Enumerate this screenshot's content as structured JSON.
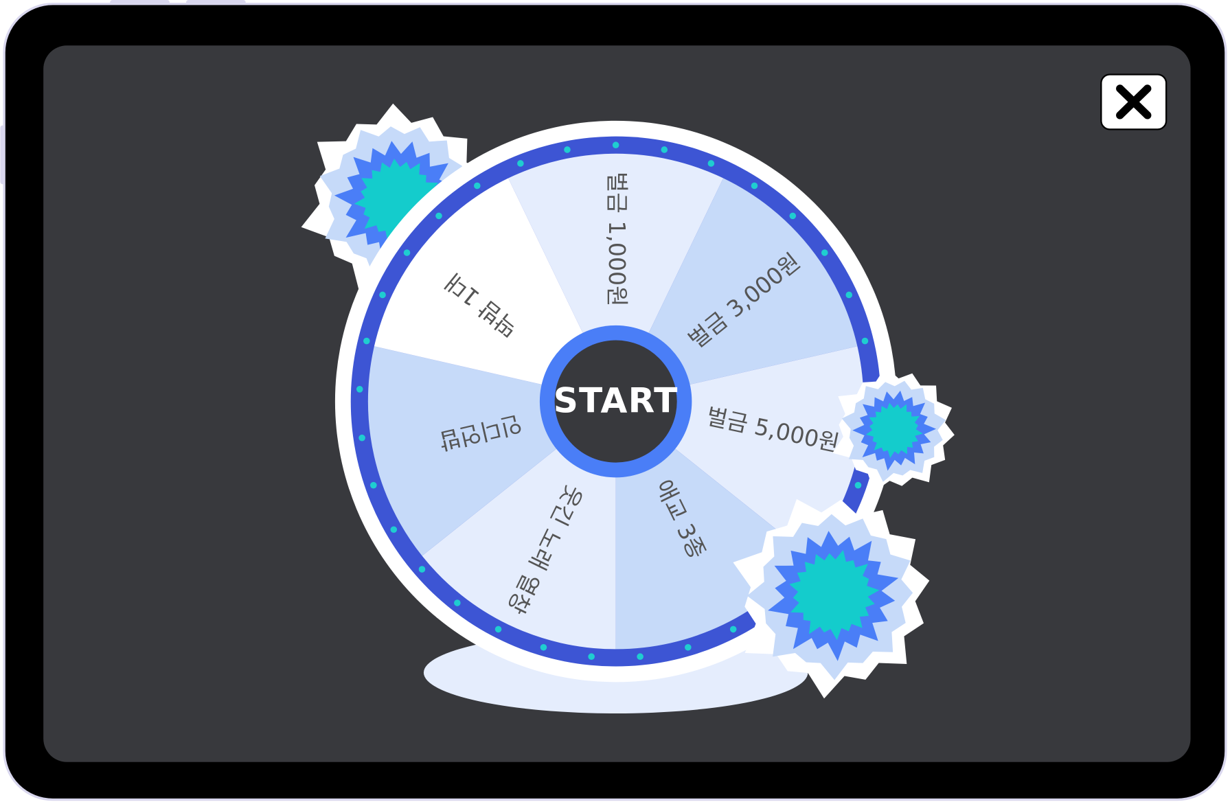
{
  "colors": {
    "device": "#000000",
    "device_border": "#d9d7ee",
    "screen": "#38393d",
    "ring": "#3d55d4",
    "ring_dots": "#1fcdd0",
    "slice_light": "#e5edfd",
    "slice_mid": "#c6daf9",
    "slice_white": "#ffffff",
    "hub_ring": "#4a7ef7",
    "star_blue": "#4a7ef7",
    "star_teal": "#14cccc"
  },
  "close_button": {
    "icon": "close-x-icon"
  },
  "wheel": {
    "start_label": "START",
    "slices": [
      {
        "label": "벌금 1,000원"
      },
      {
        "label": "벌금 3,000원"
      },
      {
        "label": "벌금 5,000원"
      },
      {
        "label": "애교 3종"
      },
      {
        "label": "웃긴 노래 열창"
      },
      {
        "label": "인디언밥"
      },
      {
        "label": "딱밤 1대"
      }
    ]
  }
}
